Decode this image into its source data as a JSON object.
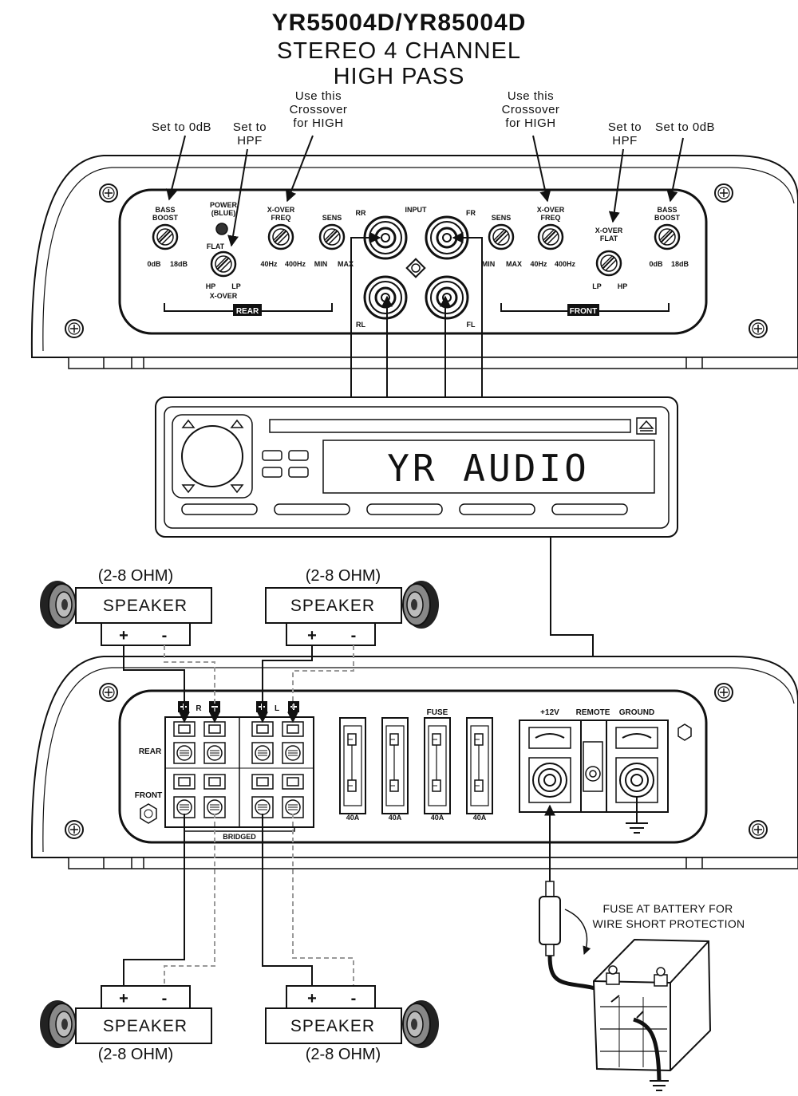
{
  "header": {
    "model": "YR55004D/YR85004D",
    "line2": "STEREO 4 CHANNEL",
    "line3": "HIGH PASS"
  },
  "callouts": {
    "set_0db": "Set to 0dB",
    "set_hpf_1": "Set to",
    "set_hpf_2": "HPF",
    "use_1": "Use this",
    "use_2": "Crossover",
    "use_3": "for HIGH"
  },
  "top_panel": {
    "bass_boost_1": "BASS",
    "bass_boost_2": "BOOST",
    "zero_db": "0dB",
    "eighteen_db": "18dB",
    "power_1": "POWER",
    "power_2": "(BLUE)",
    "flat": "FLAT",
    "hp": "HP",
    "lp": "LP",
    "xover": "X-OVER",
    "xover_freq_1": "X-OVER",
    "xover_freq_2": "FREQ",
    "xover_flat_1": "X-OVER",
    "xover_flat_2": "FLAT",
    "hz40": "40Hz",
    "hz400": "400Hz",
    "sens": "SENS",
    "min": "MIN",
    "max": "MAX",
    "input": "INPUT",
    "rr": "RR",
    "fr": "FR",
    "rl": "RL",
    "fl": "FL",
    "rear": "REAR",
    "front": "FRONT"
  },
  "head_unit": {
    "display": "YR AUDIO"
  },
  "speakers": {
    "label": "SPEAKER",
    "ohm": "(2-8 OHM)",
    "plus": "+",
    "minus": "-"
  },
  "bottom_panel": {
    "r": "R",
    "l": "L",
    "rear": "REAR",
    "front": "FRONT",
    "bridged": "BRIDGED",
    "fuse": "FUSE",
    "fuse_rating": "40A",
    "plus12v": "+12V",
    "remote": "REMOTE",
    "ground": "GROUND"
  },
  "battery_note": {
    "line1": "FUSE AT BATTERY FOR",
    "line2": "WIRE SHORT PROTECTION"
  }
}
